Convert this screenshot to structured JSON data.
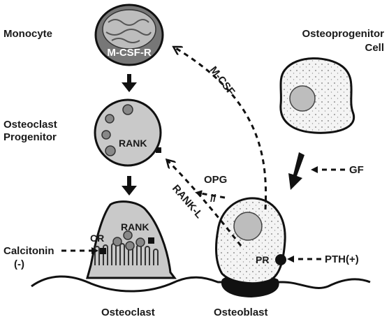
{
  "labels": {
    "monocyte": "Monocyte",
    "mcsf_r": "M-CSF-R",
    "osteoclast_progenitor_line1": "Osteoclast",
    "osteoclast_progenitor_line2": "Progenitor",
    "rank_progenitor": "RANK",
    "cr": "CR",
    "rank_osteoclast": "RANK",
    "calcitonin": "Calcitonin",
    "calcitonin_sign": "(-)",
    "osteoclast": "Osteoclast",
    "osteoblast": "Osteoblast",
    "osteoprogenitor_line1": "Osteoprogenitor",
    "osteoprogenitor_line2": "Cell",
    "mcsf": "M-CSF",
    "opg": "OPG",
    "opg_block": "//",
    "rank_l": "RANK-L",
    "gf": "GF",
    "pr": "PR",
    "pth": "PTH(+)"
  }
}
